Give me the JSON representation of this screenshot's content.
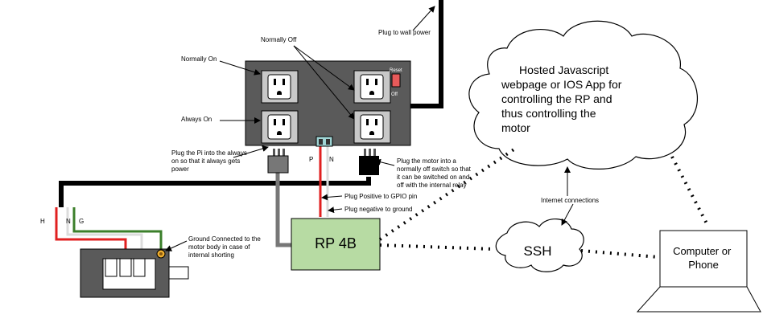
{
  "labels": {
    "normally_off": "Normally Off",
    "normally_on": "Normally On",
    "always_on": "Always On",
    "plug_to_wall": "Plug to wall power",
    "reset": "Reset",
    "off": "Off",
    "p": "P",
    "n": "N",
    "pi_plug": [
      "Plug the Pi into the always",
      "on so that it always gets",
      "power"
    ],
    "motor_plug": [
      "Plug the motor into a",
      "normally off switch so that",
      "it can be switched on and",
      "off with the internal relay"
    ],
    "gpio": "Plug Positive to GPIO pin",
    "ground_plug": "Plug negative to ground",
    "wire_h": "H",
    "wire_n": "N",
    "wire_g": "G",
    "ground_note": [
      "Ground Connected to the",
      "motor body in case of",
      "internal shorting"
    ],
    "rp": "RP 4B",
    "cloud_text": [
      "Hosted Javascript",
      "webpage or IOS App for",
      "controlling the RP and",
      "thus controlling the",
      "motor"
    ],
    "internet": "Internet connections",
    "ssh": "SSH",
    "computer": [
      "Computer or",
      "Phone"
    ]
  },
  "colors": {
    "power_strip": "#5a5a5a",
    "rp_box": "#b7dba3",
    "red_wire": "#e02020",
    "green_wire": "#3b7f2a",
    "reset_switch": "#e85a5a"
  }
}
